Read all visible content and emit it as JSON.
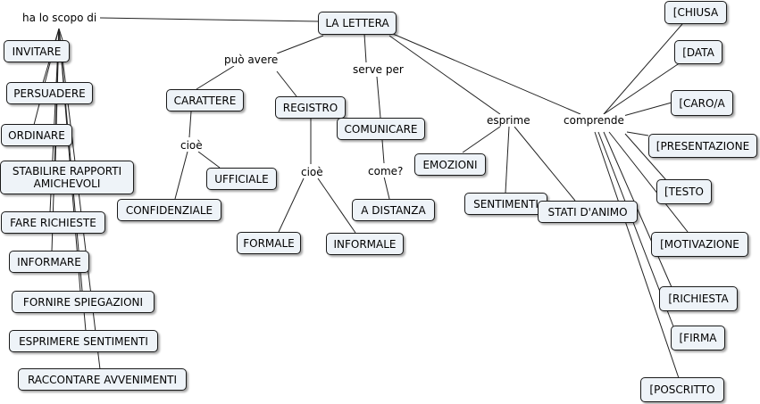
{
  "root": "LA LETTERA",
  "link_labels": {
    "purpose": "ha lo scopo di",
    "can_have": "può avere",
    "serves": "serve per",
    "expresses": "esprime",
    "includes": "comprende",
    "cioe_1": "cioè",
    "cioe_2": "cioè",
    "how": "come?"
  },
  "purposes": [
    "INVITARE",
    "PERSUADERE",
    "ORDINARE",
    "STABILIRE RAPPORTI AMICHEVOLI",
    "FARE RICHIESTE",
    "INFORMARE",
    "FORNIRE SPIEGAZIONI",
    "ESPRIMERE SENTIMENTI",
    "RACCONTARE AVVENIMENTI"
  ],
  "carattere": {
    "label": "CARATTERE",
    "children": [
      "UFFICIALE",
      "CONFIDENZIALE"
    ]
  },
  "registro": {
    "label": "REGISTRO",
    "children": [
      "FORMALE",
      "INFORMALE"
    ]
  },
  "comunicare": {
    "label": "COMUNICARE",
    "child": "A DISTANZA"
  },
  "expresses": [
    "EMOZIONI",
    "SENTIMENTI",
    "STATI D'ANIMO"
  ],
  "parts": [
    "[CHIUSA",
    "[DATA",
    "[CARO/A",
    "[PRESENTAZIONE",
    "[TESTO",
    "[MOTIVAZIONE",
    "[RICHIESTA",
    "[FIRMA",
    "[POSCRITTO"
  ]
}
